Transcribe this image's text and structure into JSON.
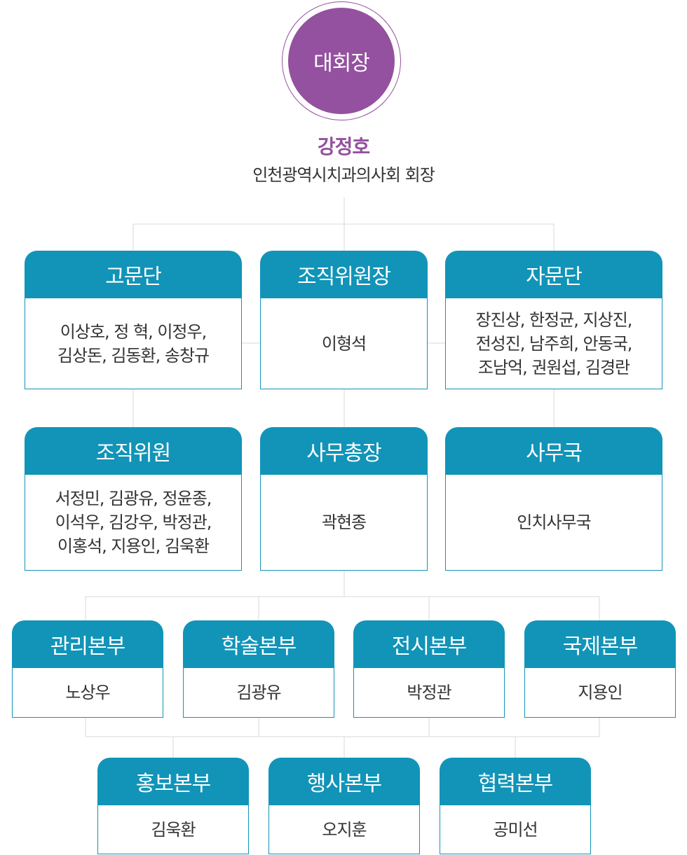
{
  "chairman": {
    "role": "대회장",
    "name": "강정호",
    "title": "인천광역시치과의사회 회장"
  },
  "row1": [
    {
      "title": "고문단",
      "members": "이상호, 정 혁, 이정우,\n김상돈, 김동환, 송창규"
    },
    {
      "title": "조직위원장",
      "members": "이형석"
    },
    {
      "title": "자문단",
      "members": "장진상, 한정균, 지상진,\n전성진, 남주희, 안동국,\n조남억, 권원섭, 김경란"
    }
  ],
  "row2": [
    {
      "title": "조직위원",
      "members": "서정민, 김광유, 정윤종,\n이석우, 김강우, 박정관,\n이홍석, 지용인, 김욱환"
    },
    {
      "title": "사무총장",
      "members": "곽현종"
    },
    {
      "title": "사무국",
      "members": "인치사무국"
    }
  ],
  "row3": [
    {
      "title": "관리본부",
      "members": "노상우"
    },
    {
      "title": "학술본부",
      "members": "김광유"
    },
    {
      "title": "전시본부",
      "members": "박정관"
    },
    {
      "title": "국제본부",
      "members": "지용인"
    }
  ],
  "row4": [
    {
      "title": "홍보본부",
      "members": "김욱환"
    },
    {
      "title": "행사본부",
      "members": "오지훈"
    },
    {
      "title": "협력본부",
      "members": "공미선"
    }
  ],
  "colors": {
    "primary": "#1194b8",
    "accent": "#94519f",
    "connector": "#d8d8d8"
  }
}
